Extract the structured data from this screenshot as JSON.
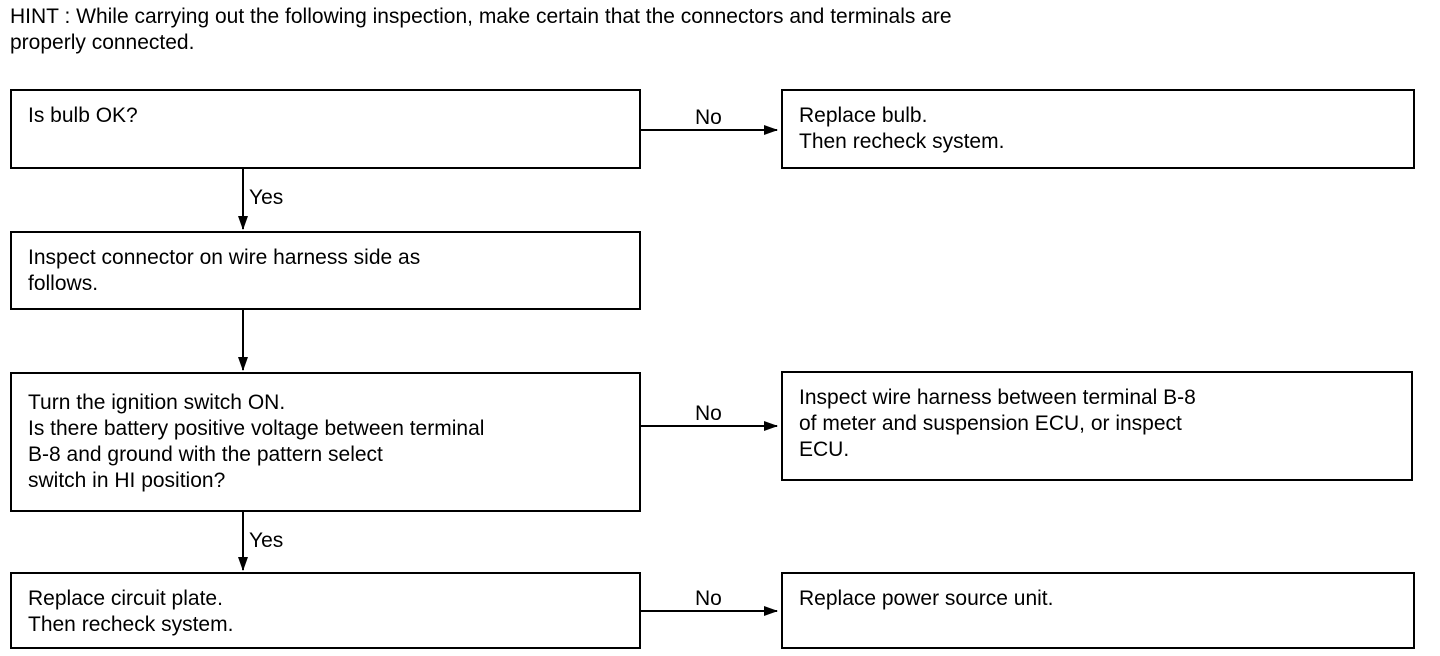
{
  "hint": "HINT : While carrying out the following inspection, make certain that the connectors and terminals are\nproperly connected.",
  "boxes": {
    "q1": "Is bulb OK?",
    "a1": "Replace bulb.\nThen recheck system.",
    "step2": "Inspect connector on wire harness side as\nfollows.",
    "q3": "Turn the ignition switch ON.\nIs there battery positive voltage between terminal\nB-8 and ground with the pattern select\nswitch in HI position?",
    "a3": "Inspect wire harness between terminal B-8\nof meter and suspension ECU, or inspect\nECU.",
    "step4": "Replace circuit plate.\nThen recheck system.",
    "a4": "Replace power source unit."
  },
  "labels": {
    "no1": "No",
    "yes1": "Yes",
    "no3": "No",
    "yes3": "Yes",
    "no4": "No"
  }
}
